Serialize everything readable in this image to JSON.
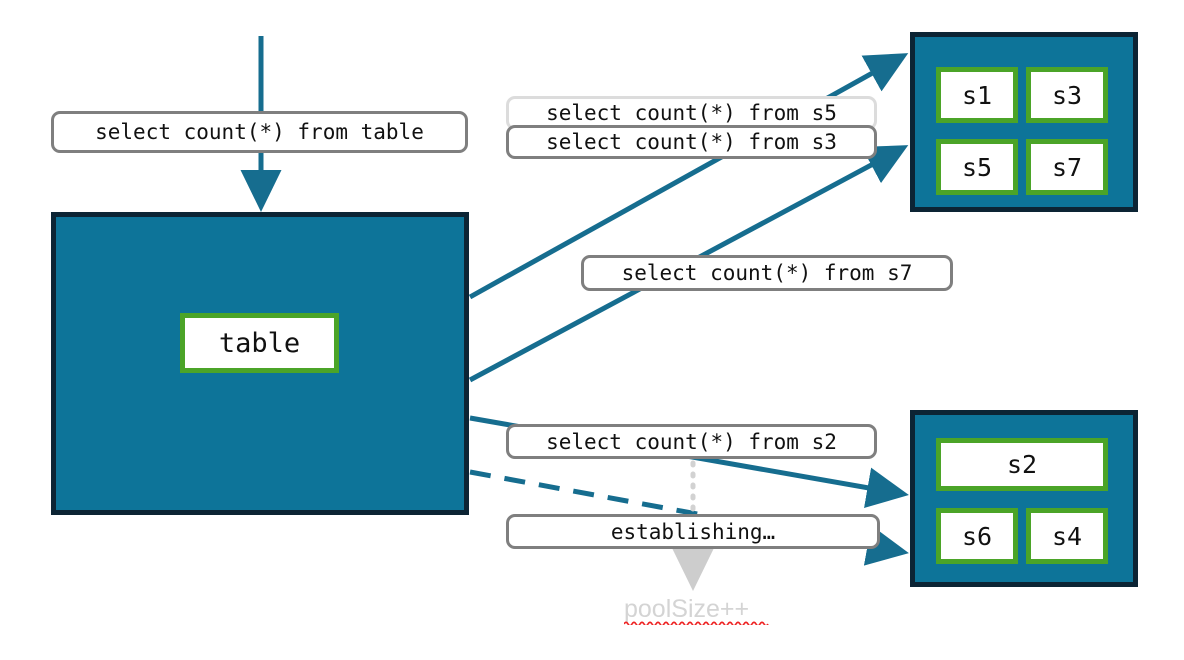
{
  "diagram": {
    "title": "connection pool select count query diagram",
    "colors": {
      "panel_fill": "#0d7499",
      "panel_border": "#0c2434",
      "node_border": "#4ba428",
      "node_fill": "#ffffff",
      "arrow": "#166d8f",
      "pill_border": "#7f7f7f",
      "pill_border_faint": "#dcdcdc",
      "dotted": "#d2d2d2",
      "muted_text": "#d4d4d4",
      "spellcheck": "#ee2222"
    }
  },
  "source_panel": {
    "name": "table-panel",
    "node_label": "table"
  },
  "top_pool": {
    "name": "top-connection-pool",
    "nodes": [
      {
        "label": "s1"
      },
      {
        "label": "s3"
      },
      {
        "label": "s5"
      },
      {
        "label": "s7"
      }
    ]
  },
  "bottom_pool": {
    "name": "bottom-connection-pool",
    "nodes": [
      {
        "label": "s2"
      },
      {
        "label": "s6"
      },
      {
        "label": "s4"
      }
    ]
  },
  "labels": {
    "root_query": "select count(*) from table",
    "query_s5": "select count(*) from s5",
    "query_s3": "select count(*) from s3",
    "query_s7": "select count(*) from s7",
    "query_s2": "select count(*) from s2",
    "establishing": "establishing…",
    "pool_size": "poolSize++"
  }
}
